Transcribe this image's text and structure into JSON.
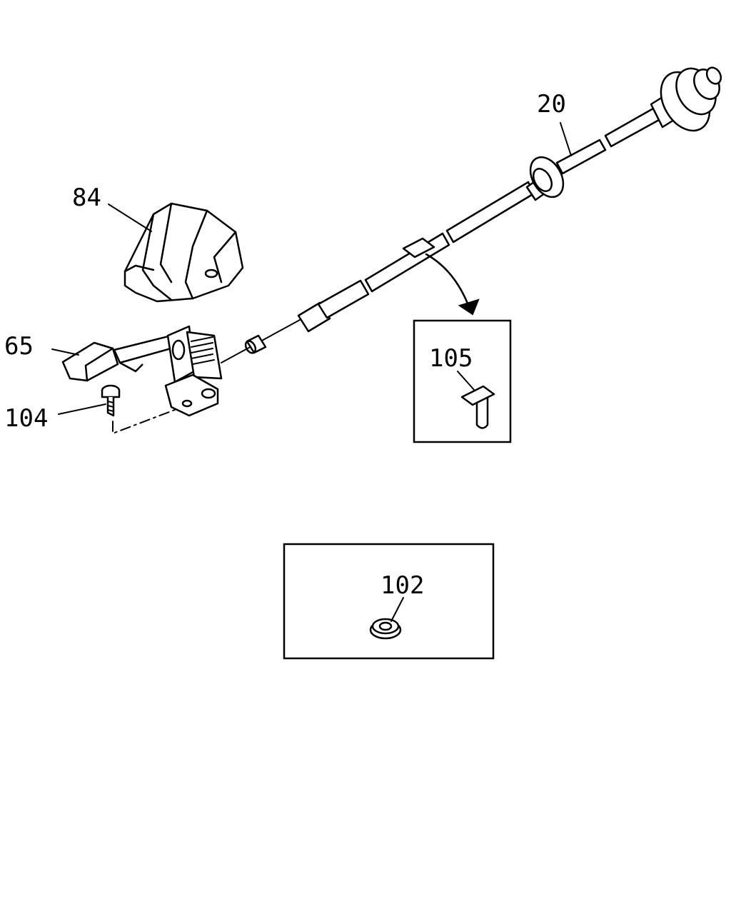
{
  "diagram": {
    "parts": [
      {
        "id": "cable",
        "label": "20"
      },
      {
        "id": "lever-cover",
        "label": "84"
      },
      {
        "id": "lever-bracket",
        "label": "65"
      },
      {
        "id": "bolt",
        "label": "104"
      },
      {
        "id": "clip",
        "label": "105"
      },
      {
        "id": "grommet",
        "label": "102"
      }
    ]
  }
}
